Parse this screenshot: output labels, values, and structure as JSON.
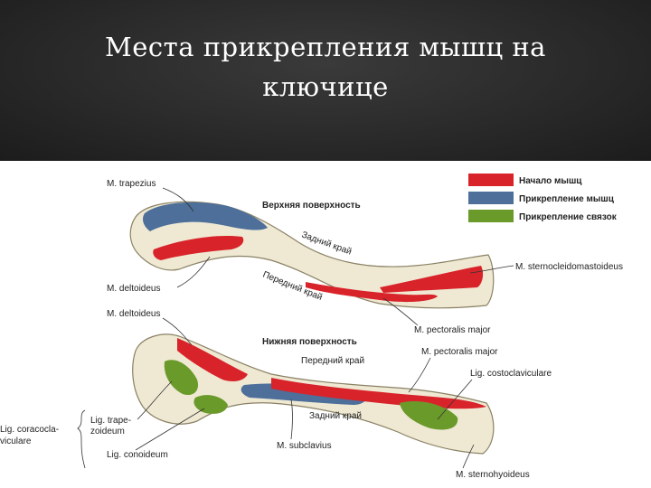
{
  "title": {
    "line1": "Места прикрепления мышц на",
    "line2": "ключице"
  },
  "legend": [
    {
      "label": "Начало мышц",
      "color": "#d8232a"
    },
    {
      "label": "Прикрепление мышц",
      "color": "#4d6f9a"
    },
    {
      "label": "Прикрепление связок",
      "color": "#6a9a2a"
    }
  ],
  "upper": {
    "surface": "Верхняя поверхность",
    "posterior_edge": "Задний край",
    "anterior_edge": "Передний край",
    "trapezius": "M. trapezius",
    "deltoideus": "M. deltoideus",
    "sternocleidomastoideus": "M. sternocleidomastoideus",
    "pectoralis": "M. pectoralis major"
  },
  "lower": {
    "surface": "Нижняя поверхность",
    "anterior_edge": "Передний край",
    "posterior_edge": "Задний край",
    "deltoideus": "M. deltoideus",
    "pectoralis": "M. pectoralis major",
    "costoclavicular": "Lig. costoclaviculare",
    "trapezoid_1": "Lig. trape-",
    "trapezoid_2": "zoideum",
    "coracoclavicular_1": "Lig. coracocla-",
    "coracoclavicular_2": "viculare",
    "conoid": "Lig. conoideum",
    "subclavius": "M. subclavius",
    "sternohyoideus": "M. sternohyoideus"
  }
}
